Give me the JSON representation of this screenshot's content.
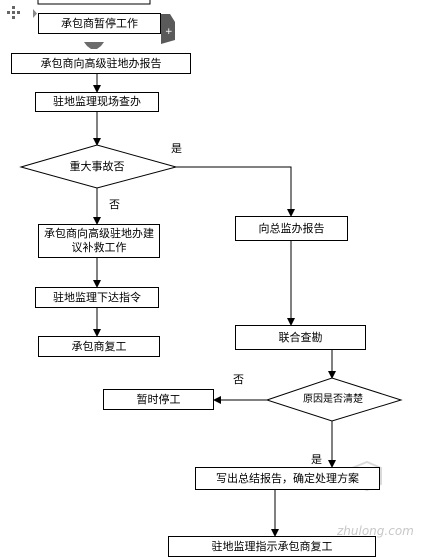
{
  "nodes": {
    "contractor_suspend": "承包商暂停工作",
    "contractor_report_office": "承包商向高级驻地办报告",
    "resident_inspection": "驻地监理现场查办",
    "major_accident_question": "重大事故否",
    "contractor_suggest_remedy": "承包商向高级驻地办建\n议补救工作",
    "resident_issue_order": "驻地监理下达指令",
    "contractor_resume_left": "承包商复工",
    "report_to_chief": "向总监办报告",
    "joint_investigation": "联合查勘",
    "temporary_stop": "暂时停工",
    "cause_clear_question": "原因是否清楚",
    "write_summary_report": "写出总结报告，确定处理方案",
    "resident_instruct_resume": "驻地监理指示承包商复工"
  },
  "edge_labels": {
    "yes_major": "是",
    "no_major": "否",
    "no_cause": "否",
    "yes_cause": "是"
  },
  "colors": {
    "line": "#000000",
    "arrow_fill": "#6b6b6b",
    "watermark": "#c8c8c8"
  },
  "watermark": {
    "text": "zhulong.com"
  }
}
